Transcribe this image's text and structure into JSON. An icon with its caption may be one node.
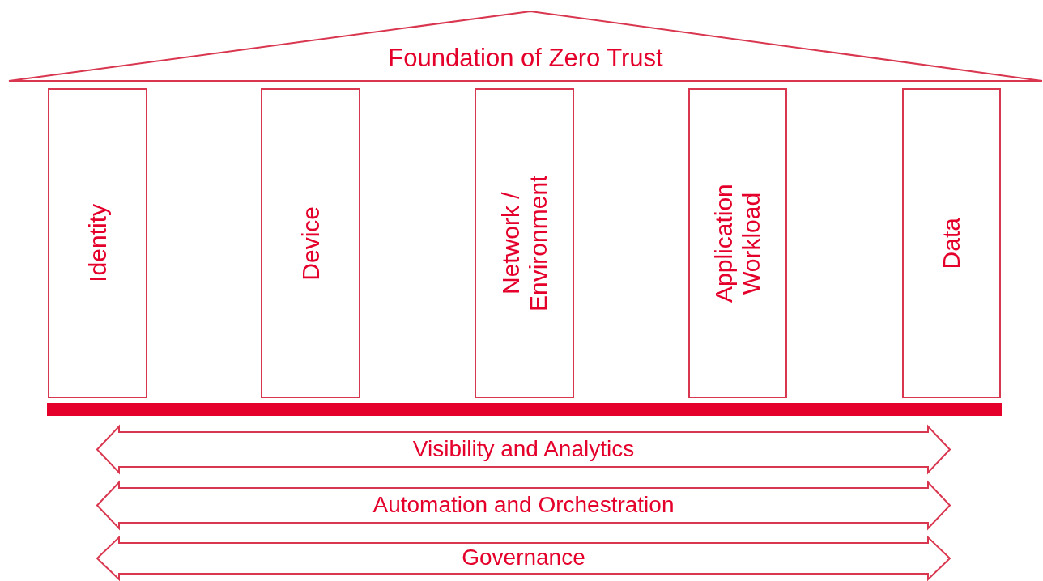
{
  "diagram": {
    "nodes": [
      {
        "text": [
          "Foundation of Zero Trust"
        ]
      },
      {
        "text": [
          "Identity"
        ]
      },
      {
        "text": [
          "Device"
        ]
      },
      {
        "text": [
          "Network / Environment"
        ]
      },
      {
        "text": [
          "Application Workload"
        ]
      },
      {
        "text": [
          "Data"
        ]
      },
      {
        "text": [],
        "shape": "bar"
      },
      {
        "text": [
          "Visibility and Analytics"
        ]
      },
      {
        "text": [
          "Automation and Orchestration"
        ]
      },
      {
        "text": [
          "Governance"
        ]
      }
    ],
    "edges": []
  }
}
